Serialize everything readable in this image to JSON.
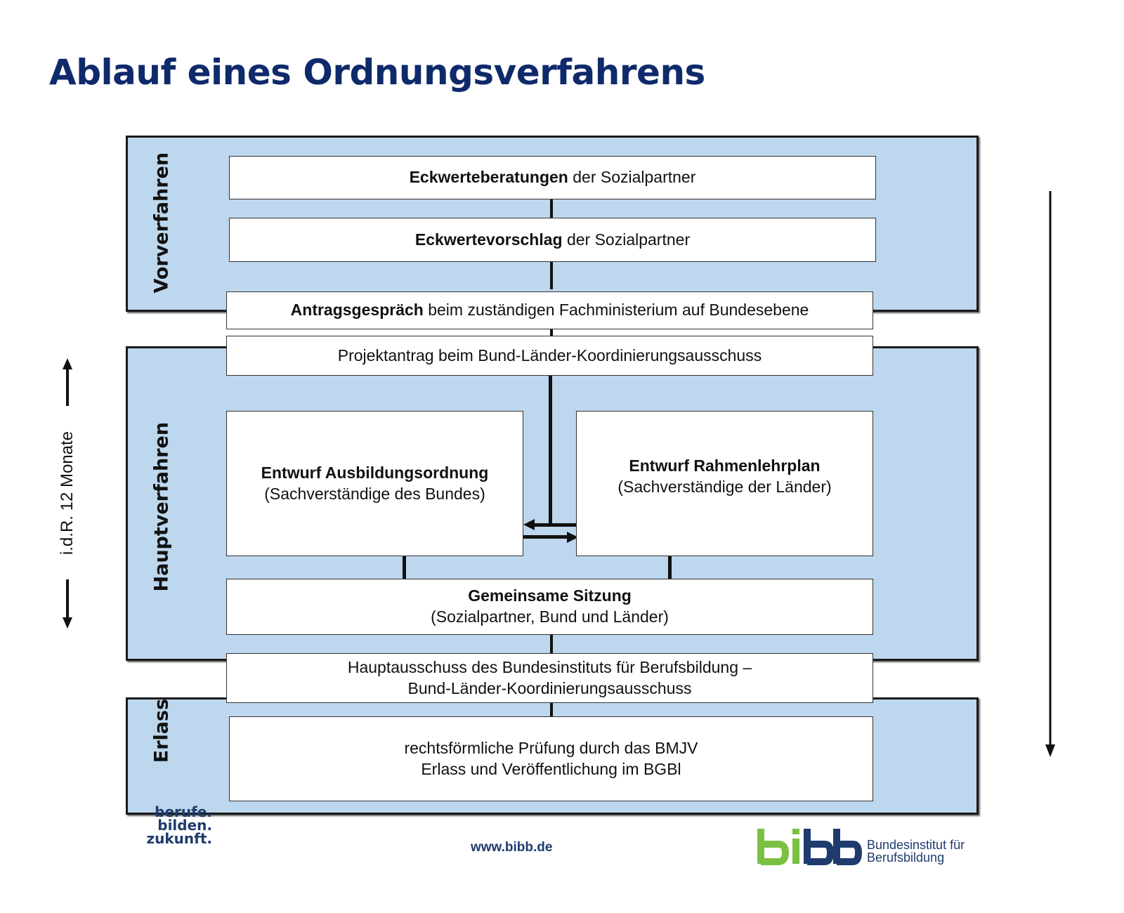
{
  "title": "Ablauf eines Ordnungsverfahrens",
  "phases": {
    "vorverfahren": "Vorverfahren",
    "hauptverfahren": "Hauptverfahren",
    "erlass": "Erlass"
  },
  "duration": "i.d.R. 12 Monate",
  "steps": {
    "eckwerteberatungen": {
      "bold": "Eckwerteberatungen",
      "rest": " der Sozialpartner"
    },
    "eckwertevorschlag": {
      "bold": "Eckwertevorschlag",
      "rest": " der Sozialpartner"
    },
    "antragsgespraech": {
      "bold": "Antragsgespräch",
      "rest": " beim zuständigen Fachministerium auf Bundesebene"
    },
    "projektantrag": "Projektantrag beim Bund-Länder-Koordinierungsausschuss",
    "entwurf_ao": {
      "bold": "Entwurf Ausbildungsordnung",
      "rest": "(Sachverständige des Bundes)"
    },
    "entwurf_rlp": {
      "bold": "Entwurf Rahmenlehrplan",
      "rest": "(Sachverständige der Länder)"
    },
    "sitzung": {
      "bold": "Gemeinsame Sitzung",
      "rest": "(Sozialpartner, Bund und Länder)"
    },
    "hauptausschuss": {
      "line1": "Hauptausschuss des Bundesinstituts für Berufsbildung –",
      "line2": "Bund-Länder-Koordinierungsausschuss"
    },
    "erlass": {
      "line1": "rechtsförmliche Prüfung durch das BMJV",
      "line2": "Erlass und Veröffentlichung im BGBl"
    }
  },
  "footer": {
    "slogan": [
      "berufe.",
      "bilden.",
      "zukunft."
    ],
    "url": "www.bibb.de",
    "logo": "bibb",
    "org_line1": "Bundesinstitut für",
    "org_line2": "Berufsbildung"
  },
  "colors": {
    "title": "#0f2a6b",
    "phase_bg": "#bdd7ee",
    "logo_green": "#7ac143",
    "logo_blue": "#1f3b6e"
  }
}
